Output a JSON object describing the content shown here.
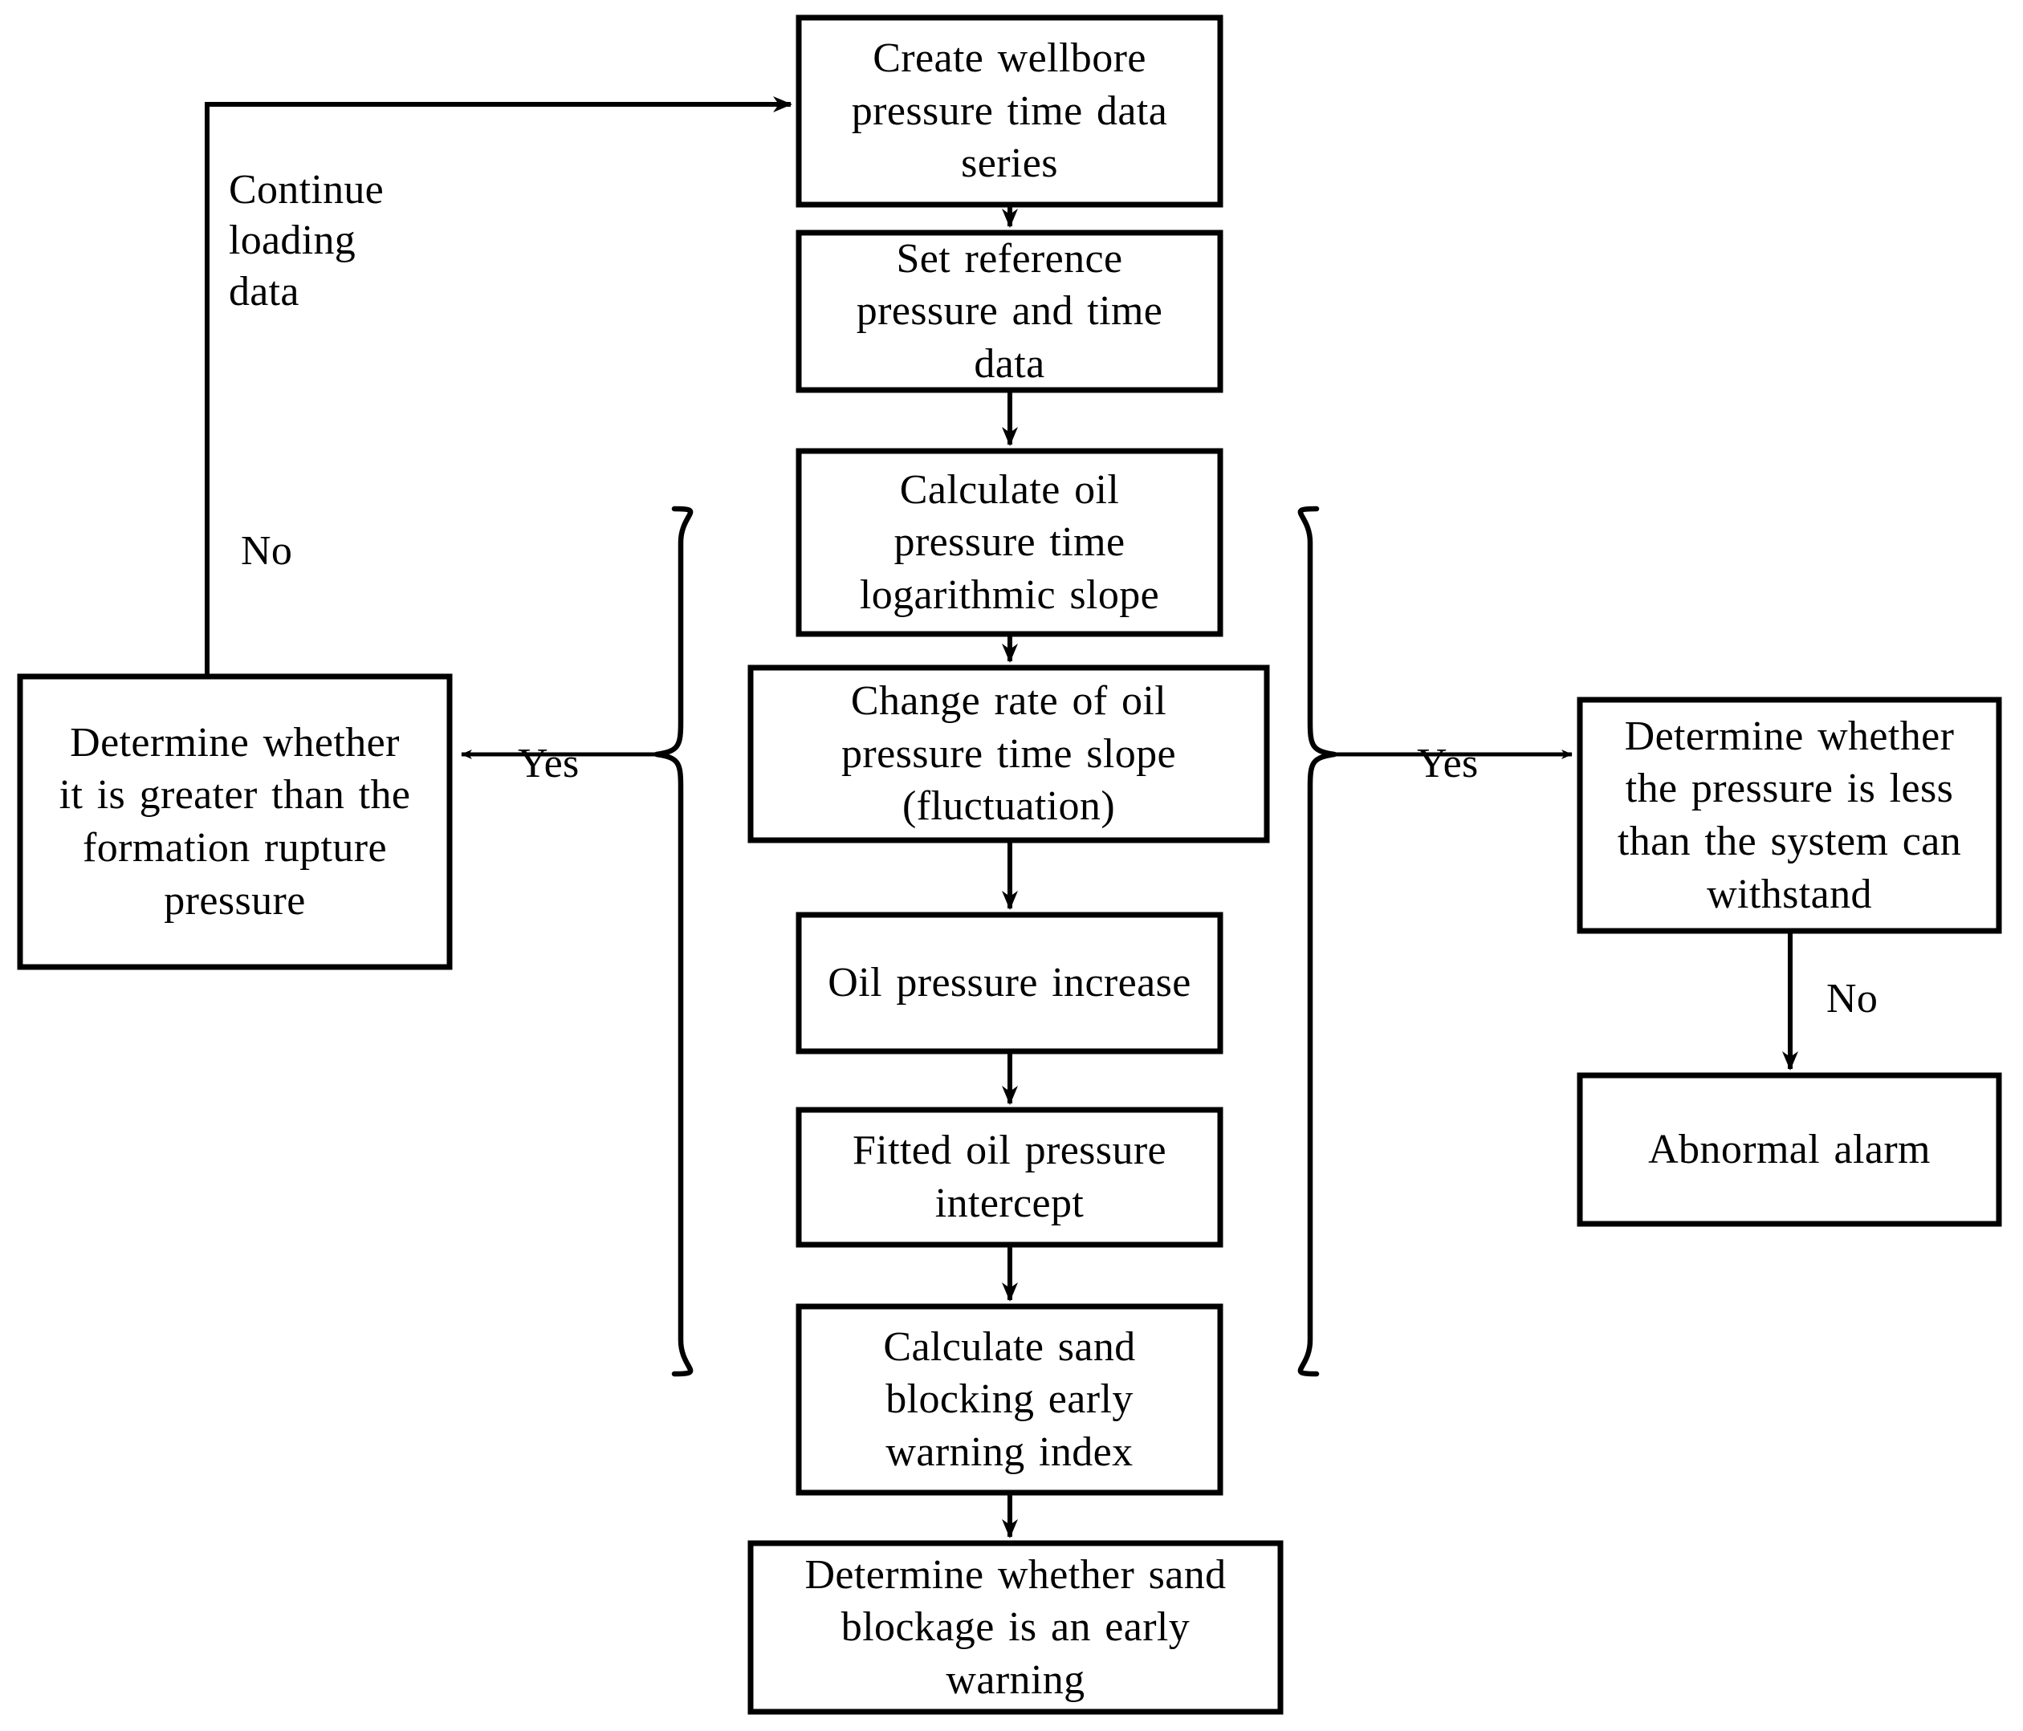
{
  "diagram": {
    "title": "Wellbore pressure sand blocking early warning flowchart",
    "type": "flowchart",
    "stroke_color": "#000000",
    "background_color": "#ffffff",
    "nodes": [
      {
        "id": "create-wellbore",
        "label": "Create wellbore\npressure time data\nseries"
      },
      {
        "id": "set-reference",
        "label": "Set reference\npressure and time\ndata"
      },
      {
        "id": "calculate-slope",
        "label": "Calculate oil\npressure time\nlogarithmic slope"
      },
      {
        "id": "change-rate",
        "label": "Change rate of oil\npressure time slope\n(fluctuation)"
      },
      {
        "id": "oil-pressure-increase",
        "label": "Oil pressure increase"
      },
      {
        "id": "fitted-intercept",
        "label": "Fitted oil pressure\nintercept"
      },
      {
        "id": "calculate-index",
        "label": "Calculate sand\nblocking early\nwarning index"
      },
      {
        "id": "determine-sand-blockage",
        "label": "Determine whether sand\nblockage is an early\nwarning"
      },
      {
        "id": "determine-rupture",
        "label": "Determine whether\nit is greater than the\nformation rupture\npressure"
      },
      {
        "id": "determine-system",
        "label": "Determine whether\nthe pressure is less\nthan the system can\nwithstand"
      },
      {
        "id": "abnormal-alarm",
        "label": "Abnormal alarm"
      }
    ],
    "edge_labels": [
      {
        "id": "continue-loading",
        "text": "Continue\nloading\ndata"
      },
      {
        "id": "no-left",
        "text": "No"
      },
      {
        "id": "yes-left",
        "text": "Yes"
      },
      {
        "id": "yes-right",
        "text": "Yes"
      },
      {
        "id": "no-right",
        "text": "No"
      }
    ]
  }
}
